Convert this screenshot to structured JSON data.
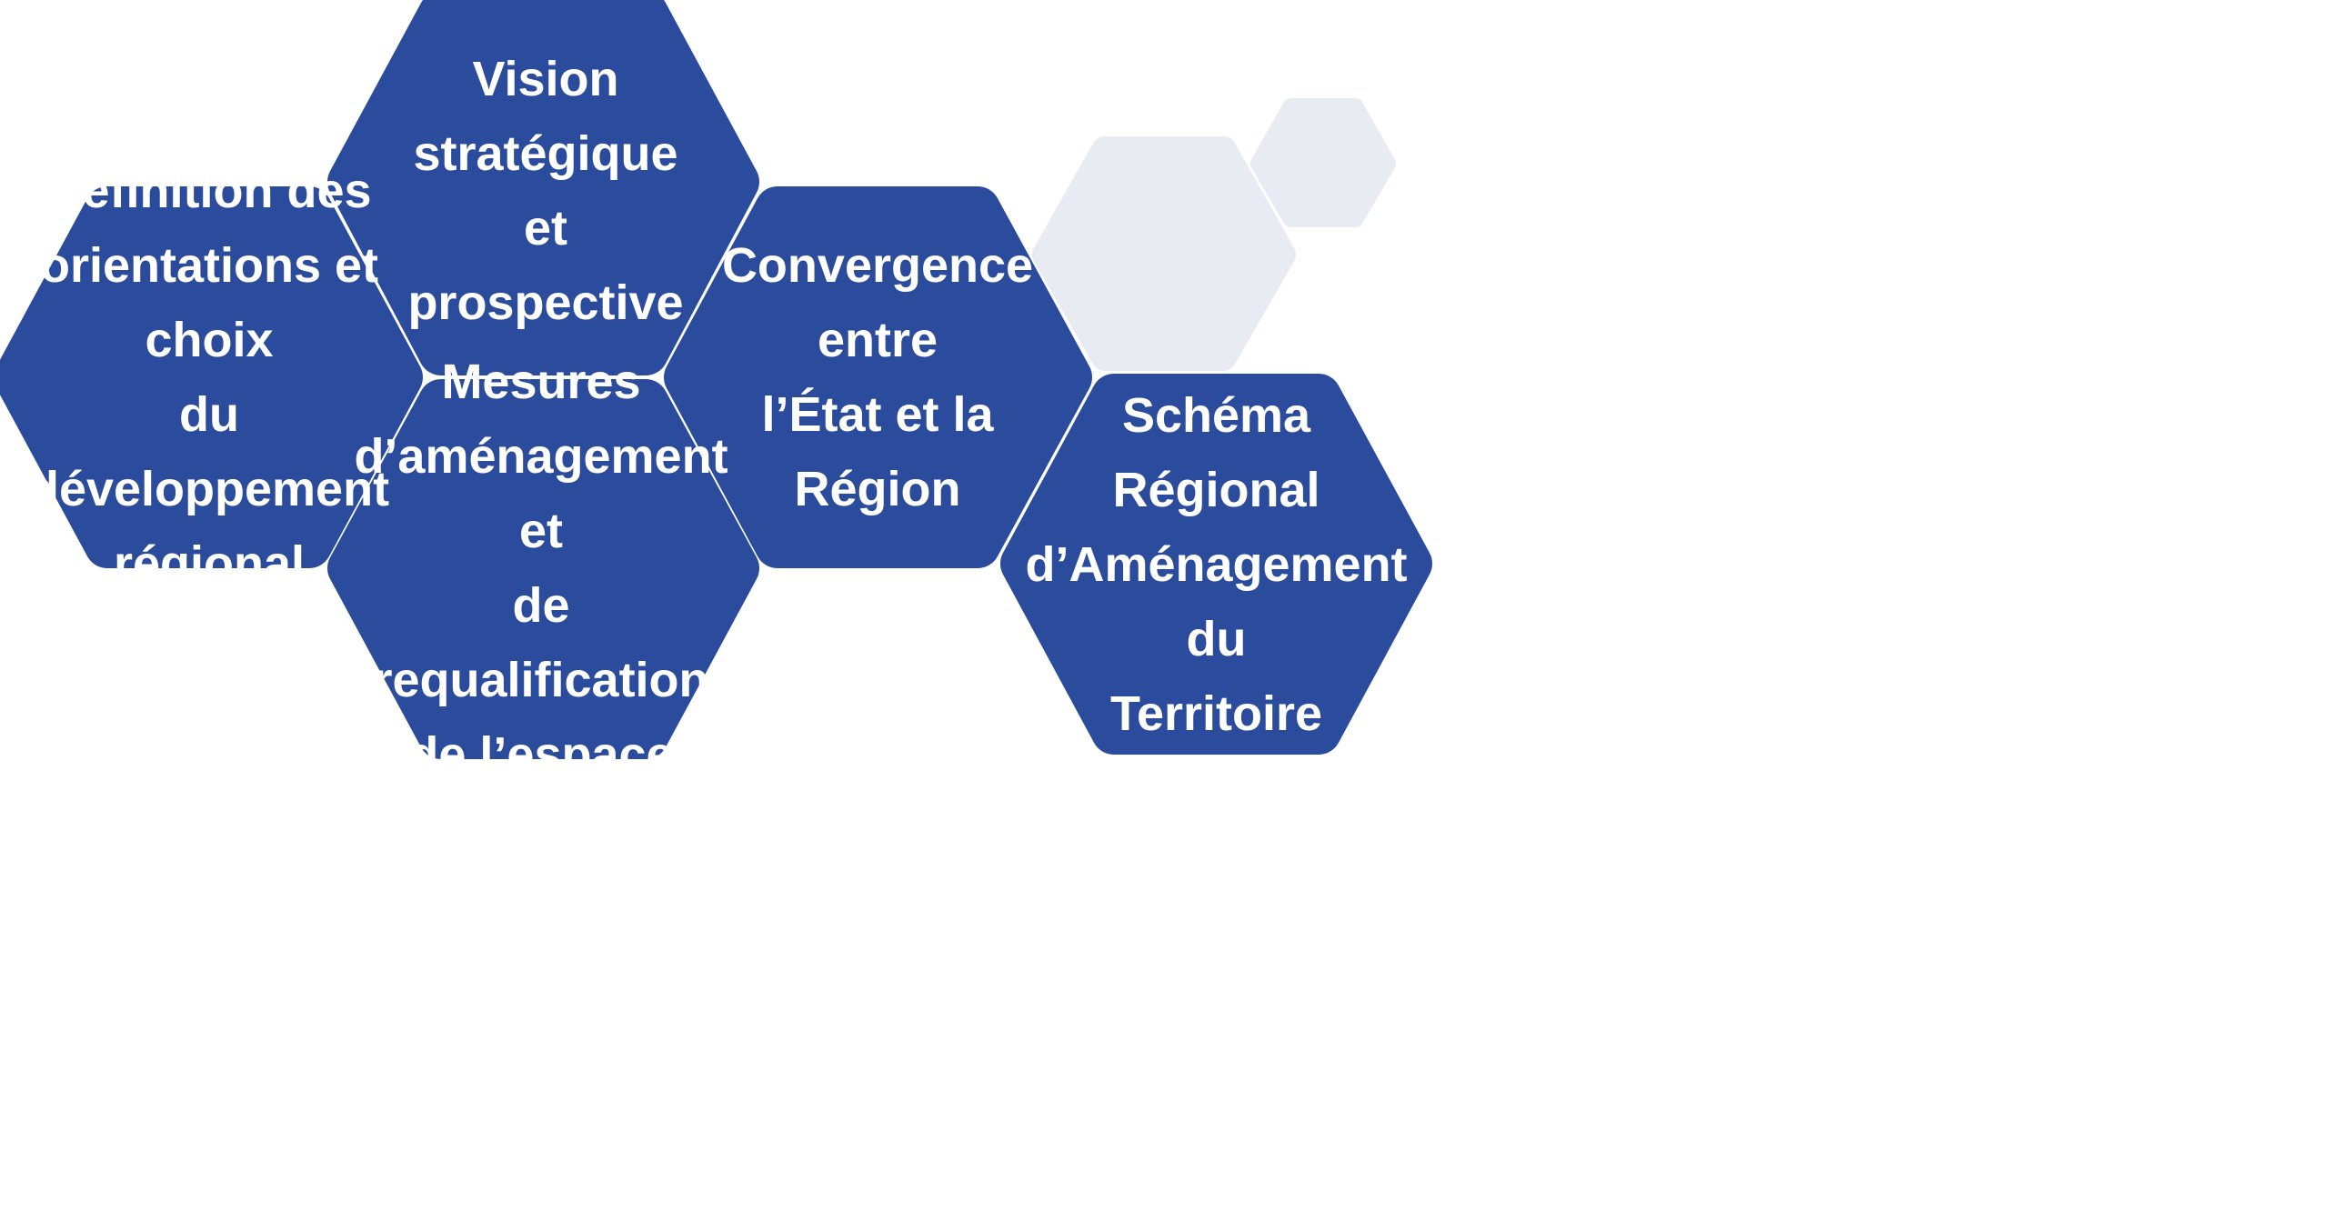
{
  "colors": {
    "hex_fill": "#2b4b9c",
    "decor_fill": "#e8ebf1",
    "text": "#ffffff"
  },
  "hexagons": [
    {
      "id": "vision",
      "lines": [
        "Vision",
        "stratégique et",
        "prospective"
      ]
    },
    {
      "id": "definition",
      "lines": [
        "Définition des",
        "orientations et choix",
        "du développement",
        "régional"
      ]
    },
    {
      "id": "mesures",
      "lines": [
        "Mesures",
        "d’aménagement et",
        "de requalification",
        "de l’espace"
      ]
    },
    {
      "id": "convergence",
      "lines": [
        "Convergence entre",
        "l’État et la Région"
      ]
    },
    {
      "id": "schema",
      "lines": [
        "Schéma Régional",
        "d’Aménagement du",
        "Territoire"
      ]
    }
  ]
}
